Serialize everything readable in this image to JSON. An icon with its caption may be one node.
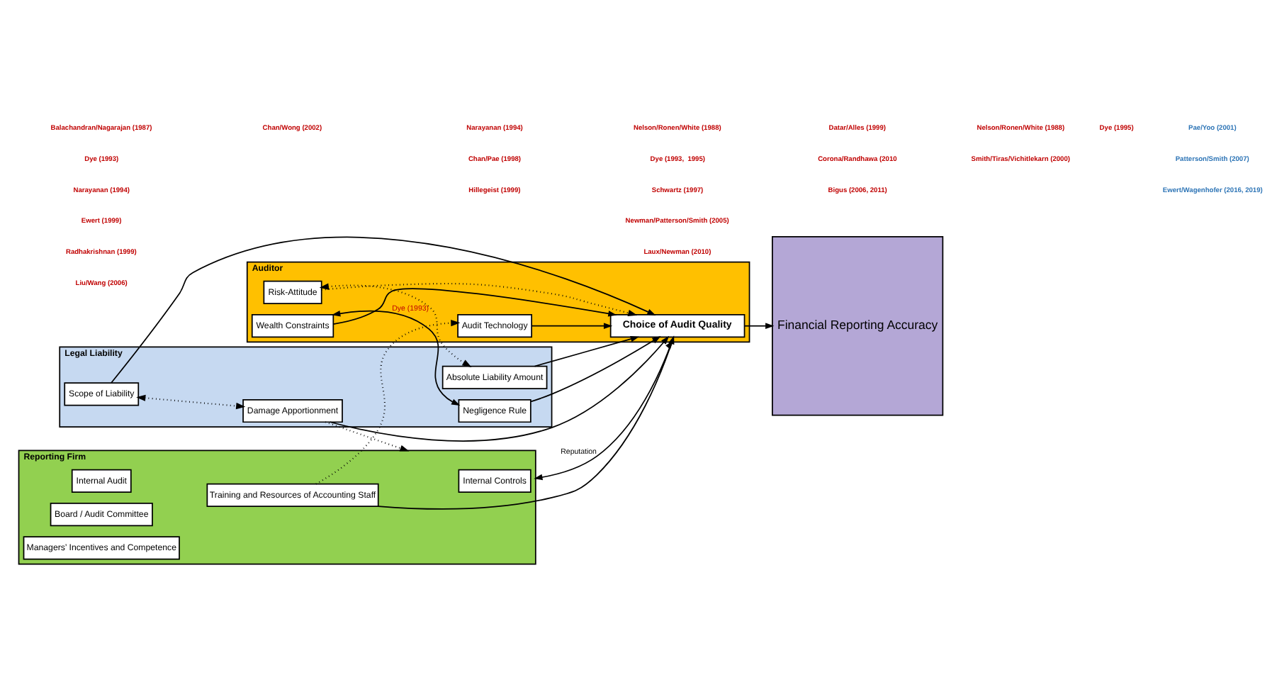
{
  "diagram": {
    "nodes": [
      {
        "text": [
          "Reporting Firm"
        ]
      },
      {
        "text": [
          "Internal Controls"
        ],
        "in": 0
      },
      {
        "text": [
          "Internal Audit"
        ],
        "in": 0
      },
      {
        "text": [
          "Board / Audit Committee"
        ],
        "in": 0
      },
      {
        "text": [
          "Managers’ Incentives and Competence"
        ],
        "in": 0
      },
      {
        "text": [
          "Training and Resources of Accounting Staff"
        ],
        "in": 0
      },
      {
        "text": [
          "Legal Liability"
        ]
      },
      {
        "text": [
          "Scope of Liability"
        ],
        "in": 6
      },
      {
        "text": [
          "Negligence Rule"
        ],
        "in": 6
      },
      {
        "text": [
          "Damage Apportionment"
        ],
        "in": 6
      },
      {
        "text": [
          "Absolute Liability Amount"
        ],
        "in": 6
      },
      {
        "text": [
          "Auditor"
        ]
      },
      {
        "text": [
          "Choice of Audit Quality"
        ],
        "in": 11
      },
      {
        "text": [
          "Audit Technology"
        ],
        "in": 11
      },
      {
        "text": [
          "Risk-Attitude"
        ],
        "in": 11
      },
      {
        "text": [
          "Wealth Constraints"
        ],
        "in": 11
      },
      {
        "text": [
          "Financial Reporting Accuracy"
        ]
      }
    ],
    "edges": [
      {
        "from": 7,
        "to": 9,
        "arrow": "both",
        "style": "dashed"
      },
      {
        "from": 9,
        "to": 0,
        "arrow": "to",
        "style": "dashed"
      },
      {
        "from": 9,
        "to": 12,
        "arrow": "to"
      },
      {
        "from": 7,
        "to": 12,
        "arrow": "to"
      },
      {
        "from": 8,
        "to": 12,
        "arrow": "to"
      },
      {
        "from": 10,
        "to": 12,
        "arrow": "to"
      },
      {
        "from": 0,
        "to": 11,
        "arrow": "both",
        "label": "Reputation"
      },
      {
        "from": 5,
        "to": 12,
        "arrow": "to"
      },
      {
        "from": 5,
        "to": 13,
        "arrow": "to",
        "style": "dashed"
      },
      {
        "from": 13,
        "to": 12,
        "arrow": "to"
      },
      {
        "from": 15,
        "to": 12,
        "arrow": "to"
      },
      {
        "from": 14,
        "to": 12,
        "arrow": "to",
        "style": "dashed"
      },
      {
        "from": 12,
        "to": 16,
        "arrow": "to"
      },
      {
        "from": 15,
        "to": 8,
        "arrow": "both",
        "label": "Dye (1993)"
      },
      {
        "from": 14,
        "to": 10,
        "arrow": "both",
        "style": "dashed"
      }
    ],
    "labels": [
      "Balachandran/Nagarajan (1987)",
      "Dye (1993)",
      "Narayanan (1994)",
      "Ewert (1999)",
      "Radhakrishnan (1999)",
      "Liu/Wang (2006)",
      "Chan/Wong (2002)",
      "Narayanan (1994)",
      "Chan/Pae (1998)",
      "Hillegeist (1999)",
      "Nelson/Ronen/White (1988)",
      "Dye (1993,  1995)",
      "Schwartz (1997)",
      "Newman/Patterson/Smith (2005)",
      "Laux/Newman (2010)",
      "Datar/Alles (1999)",
      "Corona/Randhawa (2010",
      "Bigus (2006, 2011)",
      "Nelson/Ronen/White (1988)",
      "Smith/Tiras/Vichitlekarn (2000)",
      "Dye (1995)",
      "Pae/Yoo (2001)",
      "Patterson/Smith (2007)",
      "Ewert/Wagenhofer (2016, 2019)"
    ]
  }
}
